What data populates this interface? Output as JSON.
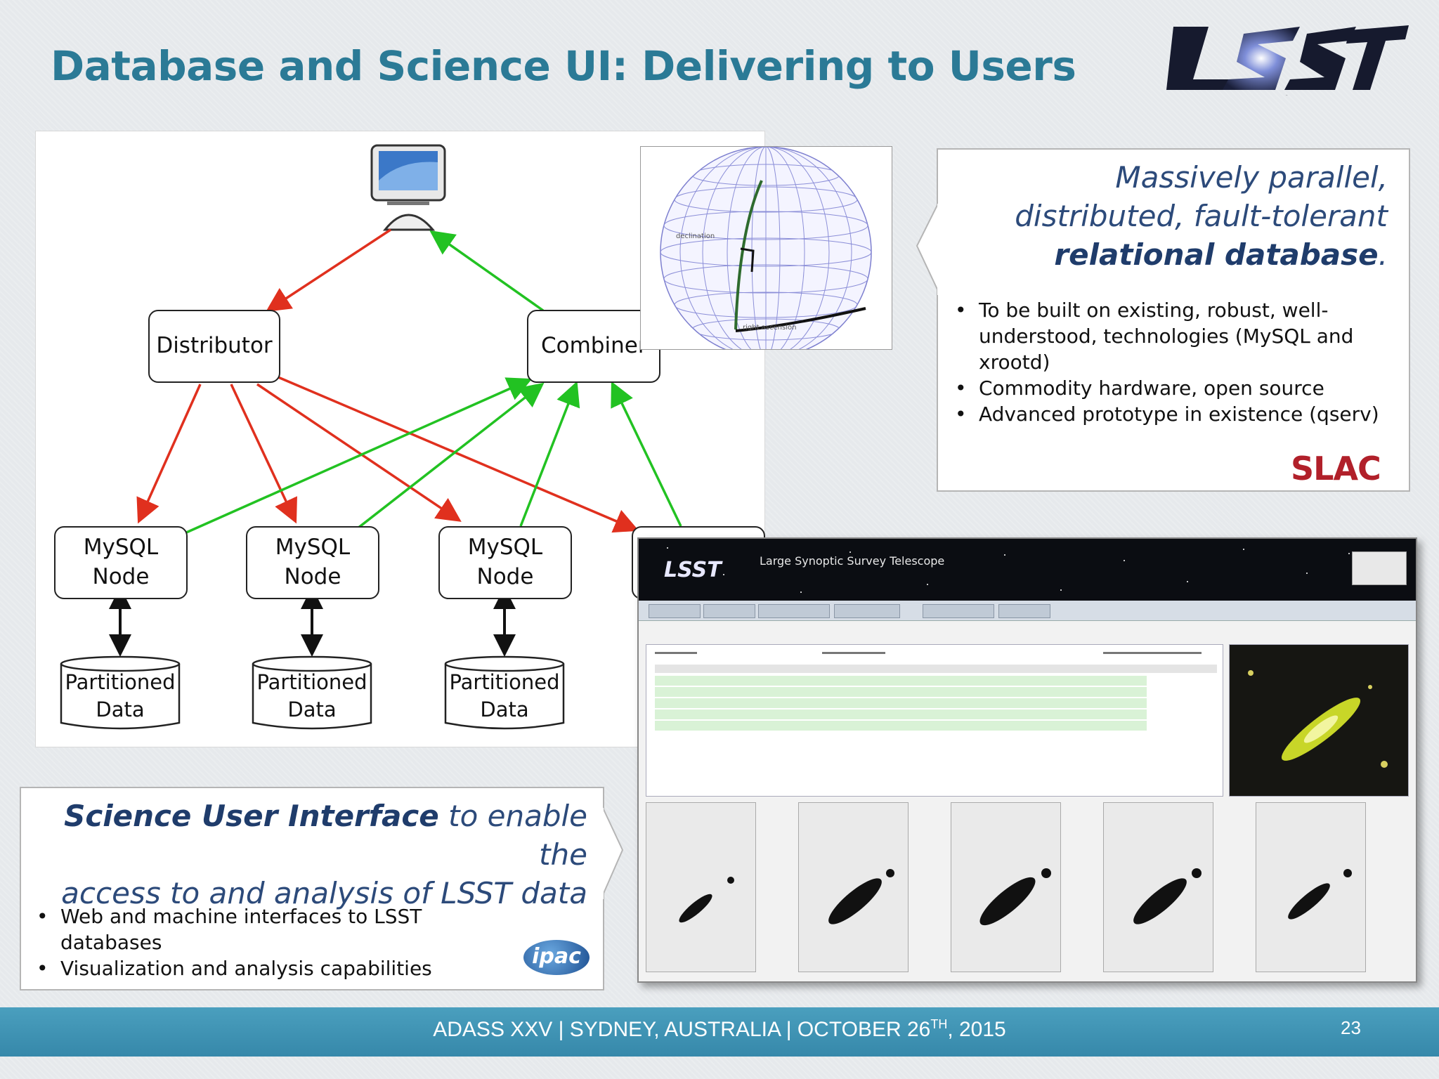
{
  "title": "Database and Science UI: Delivering to Users",
  "logo_text": "LSST",
  "diagram": {
    "distributor": "Distributor",
    "combiner": "Combiner",
    "nodes": [
      "MySQL\nNode",
      "MySQL\nNode",
      "MySQL\nNode"
    ],
    "partitions": [
      "Partitioned\nData",
      "Partitioned\nData",
      "Partitioned\nData"
    ],
    "sphere_labels": [
      "declination",
      "right ascension"
    ],
    "colors": {
      "request": "#e0301e",
      "response": "#22c222"
    }
  },
  "db_callout": {
    "line1": "Massively parallel,",
    "line2": "distributed, fault-tolerant",
    "line3_bold": "relational database",
    "line3_end": ".",
    "bullets": [
      "To be built on existing, robust, well-understood, technologies (MySQL and xrootd)",
      "Commodity hardware, open source",
      "Advanced prototype in existence (qserv)"
    ],
    "logo": "SLAC"
  },
  "ui_callout": {
    "bold": "Science User Interface",
    "rest1": " to enable the",
    "line2": "access to and analysis of LSST data",
    "bullets": [
      "Web and machine interfaces to LSST databases",
      "Visualization and analysis capabilities"
    ],
    "logo": "ipac"
  },
  "screenshot": {
    "title": "Large Synoptic Survey Telescope",
    "logo": "LSST"
  },
  "footer": {
    "text_pre": "ADASS XXV | SYDNEY, AUSTRALIA | OCTOBER 26",
    "text_sup": "TH",
    "text_post": ", 2015",
    "page": "23"
  }
}
